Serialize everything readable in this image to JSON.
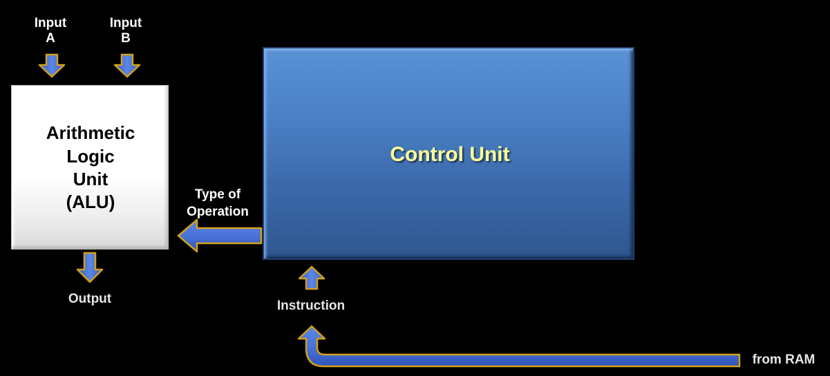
{
  "inputs": {
    "a": {
      "line1": "Input",
      "line2": "A"
    },
    "b": {
      "line1": "Input",
      "line2": "B"
    }
  },
  "alu": {
    "lines": [
      "Arithmetic",
      "Logic",
      "Unit",
      "(ALU)"
    ]
  },
  "control_unit": {
    "title": "Control Unit"
  },
  "operation": {
    "line1": "Type of",
    "line2": "Operation"
  },
  "output": {
    "label": "Output"
  },
  "instruction": {
    "label": "Instruction"
  },
  "ram": {
    "label": "from RAM"
  },
  "colors": {
    "arrow_fill": "#4a72d8",
    "arrow_outline": "#d4a017",
    "control_fill": "#4a7fc4",
    "control_text": "#ffff99",
    "alu_fill": "#ffffff",
    "background": "#000000"
  }
}
